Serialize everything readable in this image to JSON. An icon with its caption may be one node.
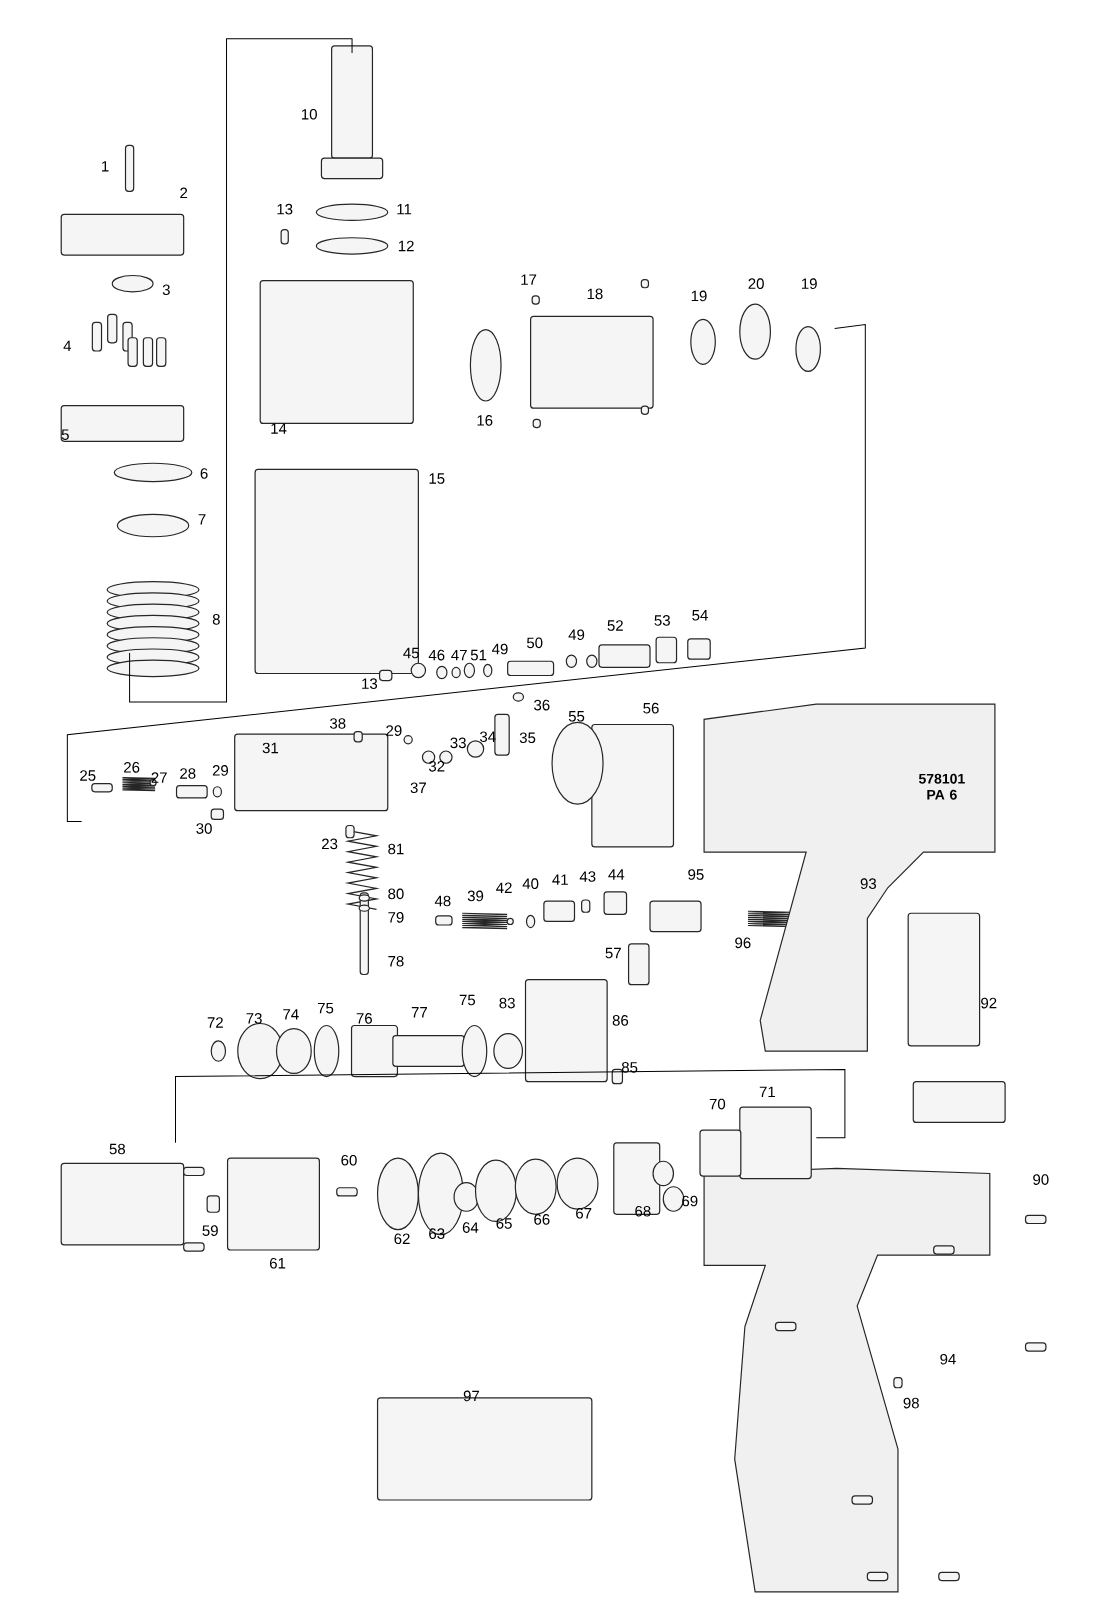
{
  "diagram": {
    "labels": [
      "10",
      "1",
      "2",
      "13",
      "11",
      "12",
      "3",
      "17",
      "18",
      "19",
      "20",
      "19",
      "4",
      "14",
      "16",
      "5",
      "6",
      "15",
      "7",
      "8",
      "52",
      "53",
      "54",
      "45",
      "46",
      "47",
      "51",
      "49",
      "50",
      "49",
      "13",
      "36",
      "55",
      "56",
      "38",
      "29",
      "34",
      "35",
      "31",
      "25",
      "26",
      "27",
      "28",
      "29",
      "32",
      "33",
      "37",
      "578101 PA 6",
      "30",
      "23",
      "81",
      "93",
      "80",
      "48",
      "39",
      "42",
      "40",
      "41",
      "43",
      "44",
      "95",
      "79",
      "96",
      "57",
      "78",
      "92",
      "72",
      "73",
      "74",
      "75",
      "76",
      "77",
      "75",
      "83",
      "86",
      "85",
      "70",
      "71",
      "58",
      "60",
      "90",
      "59",
      "62",
      "63",
      "64",
      "65",
      "66",
      "67",
      "68",
      "69",
      "61",
      "94",
      "97",
      "98"
    ]
  }
}
